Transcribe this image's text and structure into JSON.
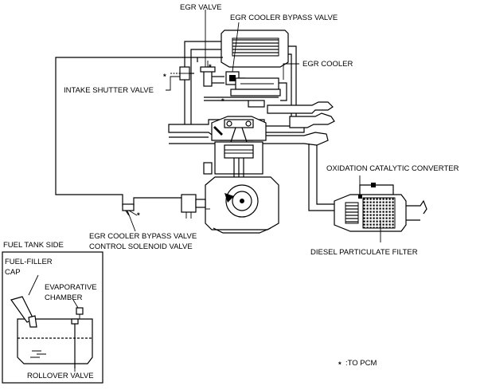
{
  "labels": {
    "egr_valve": "EGR VALVE",
    "egr_cooler_bypass_valve": "EGR COOLER BYPASS VALVE",
    "egr_cooler": "EGR COOLER",
    "intake_shutter_valve": "INTAKE SHUTTER VALVE",
    "oxidation_catalytic_converter": "OXIDATION CATALYTIC CONVERTER",
    "solenoid_line1": "EGR COOLER BYPASS VALVE",
    "solenoid_line2": "CONTROL SOLENOID VALVE",
    "diesel_particulate_filter": "DIESEL PARTICULATE FILTER",
    "fuel_tank_side": "FUEL TANK SIDE",
    "fuel_filler_line1": "FUEL-FILLER",
    "fuel_filler_line2": "CAP",
    "evaporative_line1": "EVAPORATIVE",
    "evaporative_line2": "CHAMBER",
    "rollover_valve": "ROLLOVER VALVE",
    "to_pcm": ":TO PCM",
    "asterisk": "*"
  }
}
